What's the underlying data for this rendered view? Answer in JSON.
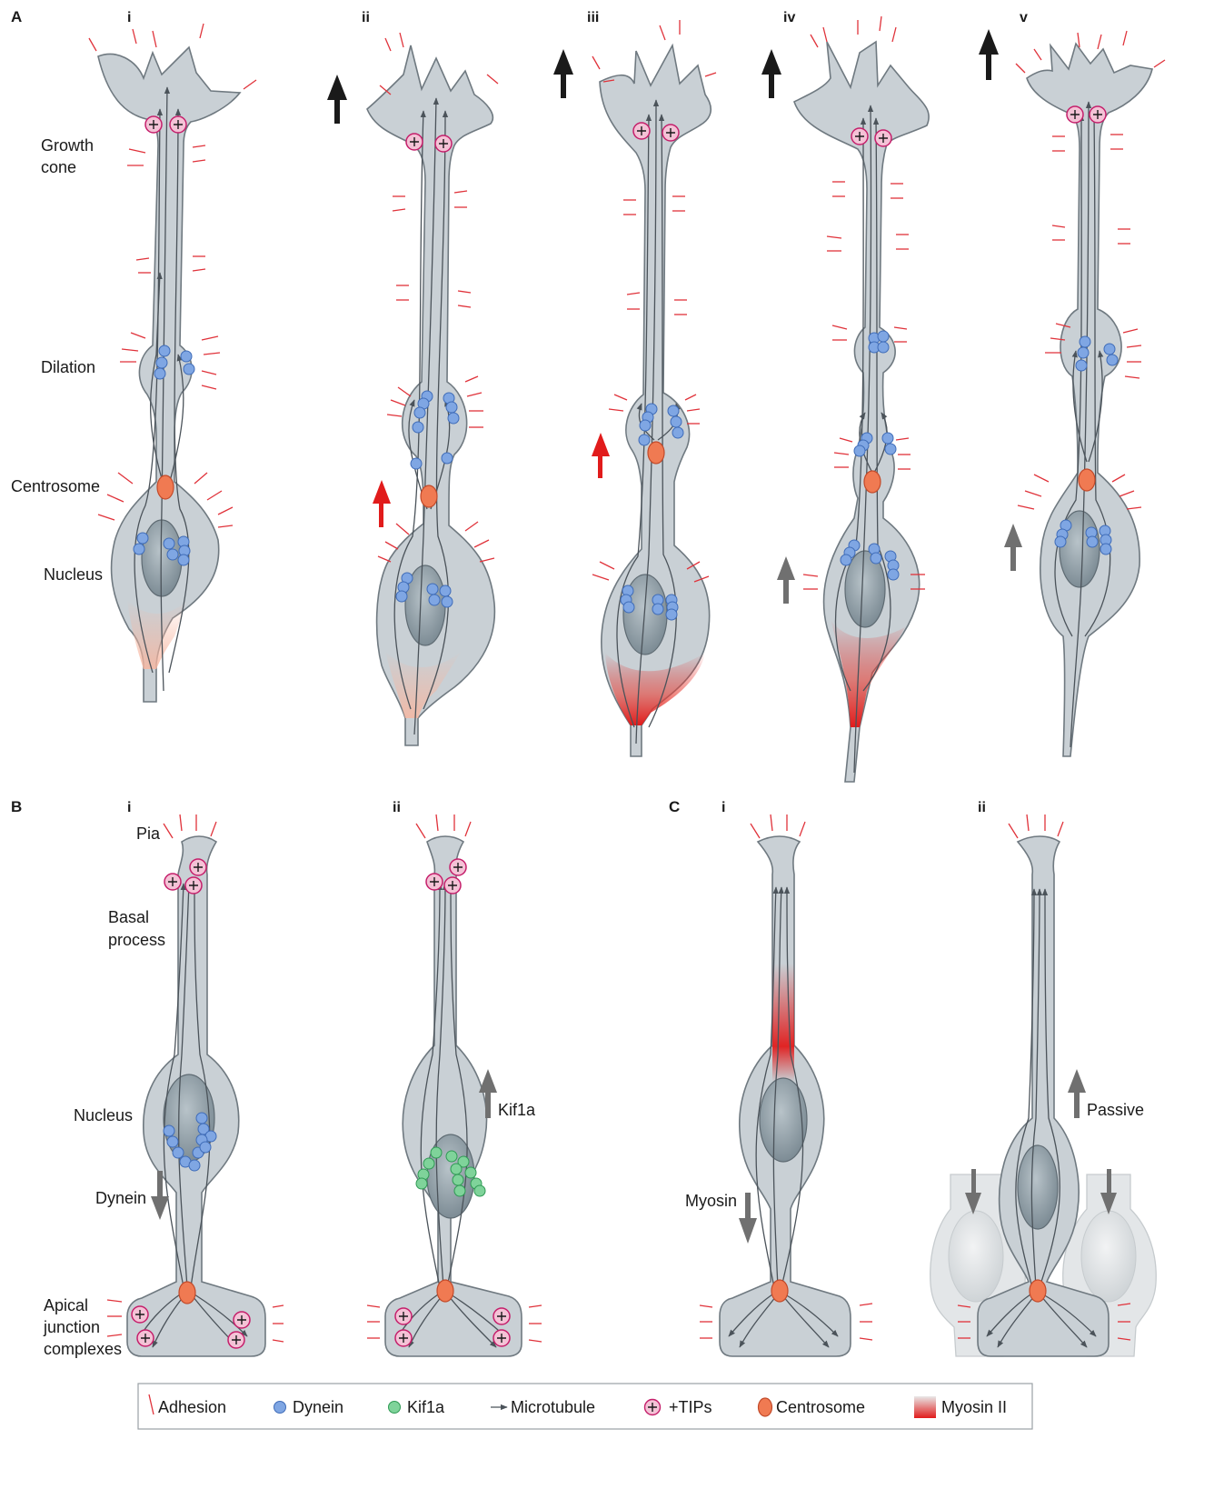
{
  "panels": {
    "A": "A",
    "B": "B",
    "C": "C"
  },
  "numerals": {
    "i": "i",
    "ii": "ii",
    "iii": "iii",
    "iv": "iv",
    "v": "v"
  },
  "labels": {
    "growth": "Growth",
    "cone": "cone",
    "dilation": "Dilation",
    "centrosome": "Centrosome",
    "nucleus": "Nucleus",
    "pia": "Pia",
    "basal": "Basal",
    "process": "process",
    "dynein": "Dynein",
    "apical": "Apical",
    "junction": "junction",
    "complexes": "complexes",
    "kif1a": "Kif1a",
    "myosin": "Myosin",
    "passive": "Passive"
  },
  "legend": {
    "adhesion": "Adhesion",
    "dynein": "Dynein",
    "kif1a": "Kif1a",
    "microtubule": "Microtubule",
    "tips": "+TIPs",
    "centrosome": "Centrosome",
    "myosin": "Myosin II"
  },
  "colors": {
    "cell": "#c9d0d5",
    "nucleus": "#8c9aa2",
    "dynein": "#7fa6e3",
    "kif1a": "#7fd39a",
    "tip": "#f4c2d6",
    "centrosome": "#f07a52",
    "adhesion": "#e0323a",
    "myosin": "#e11b1b"
  }
}
